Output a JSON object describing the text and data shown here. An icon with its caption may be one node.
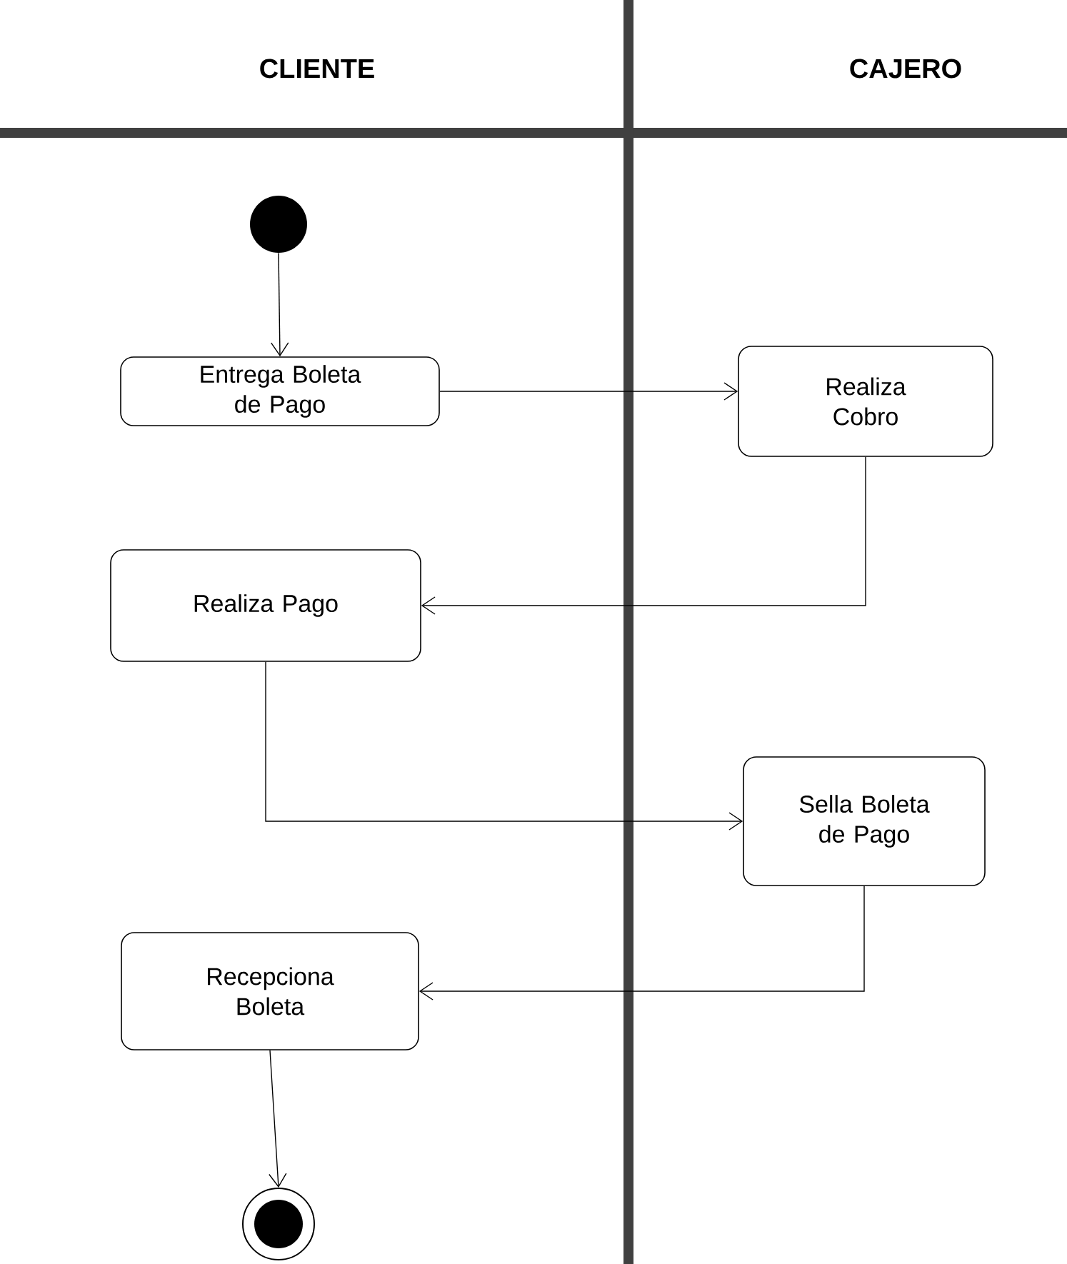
{
  "diagram": {
    "nodes": [
      {
        "text": [],
        "shape": "circle"
      },
      {
        "text": [
          "Entrega Boleta de Pago"
        ]
      },
      {
        "text": [
          "Realiza Cobro"
        ]
      },
      {
        "text": [
          "Realiza Pago"
        ]
      },
      {
        "text": [
          "Sella Boleta de Pago"
        ]
      },
      {
        "text": [
          "Recepciona Boleta"
        ]
      },
      {
        "text": [],
        "shape": "bullseye"
      }
    ],
    "edges": [
      {
        "from": 0,
        "to": 1,
        "arrow": "to"
      },
      {
        "from": 1,
        "to": 2,
        "arrow": "to"
      },
      {
        "from": 2,
        "to": 3,
        "arrow": "to"
      },
      {
        "from": 3,
        "to": 4,
        "arrow": "to"
      },
      {
        "from": 4,
        "to": 5,
        "arrow": "to"
      },
      {
        "from": 5,
        "to": 6,
        "arrow": "to"
      }
    ],
    "labels": [
      "CLIENTE",
      "CAJERO"
    ]
  }
}
